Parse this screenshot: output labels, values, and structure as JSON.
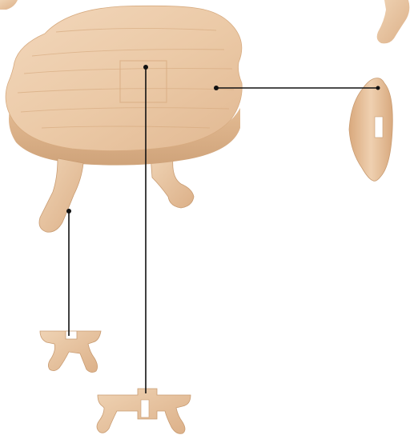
{
  "diagram": {
    "type": "exploded-assembly",
    "subject": "wooden-oval-table",
    "material_colors": {
      "wood_light": "#efd1b2",
      "wood_mid": "#e3b98f",
      "wood_dark": "#c99c72",
      "wood_grain": "#d7ab80",
      "leader_line": "#111111"
    },
    "parts": [
      {
        "id": "assembled-table"
      },
      {
        "id": "oval-slotted-support"
      },
      {
        "id": "small-leg-frame"
      },
      {
        "id": "large-leg-frame"
      },
      {
        "id": "corner-fragment-left"
      },
      {
        "id": "corner-fragment-right"
      }
    ],
    "callouts": [
      {
        "from": "tabletop",
        "to": "oval-slotted-support"
      },
      {
        "from": "front-leg",
        "to": "small-leg-frame"
      },
      {
        "from": "center-slot",
        "to": "large-leg-frame"
      }
    ]
  }
}
